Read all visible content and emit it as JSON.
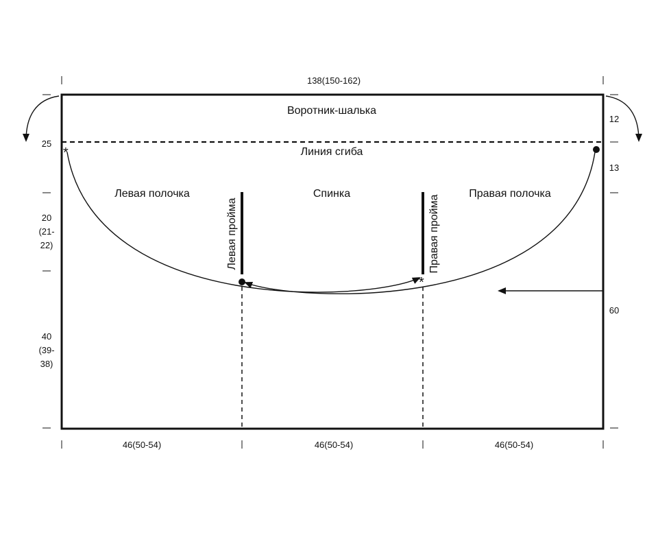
{
  "top_dimension": "138(150-162)",
  "bottom_dimensions": [
    "46(50-54)",
    "46(50-54)",
    "46(50-54)"
  ],
  "left_dimensions": {
    "collar": "25",
    "armhole": [
      "20",
      "(21-",
      "22)"
    ],
    "lower": [
      "40",
      "(39-",
      "38)"
    ]
  },
  "right_dimensions": {
    "upper": "12",
    "lower": "13",
    "total": "60"
  },
  "labels": {
    "collar": "Воротник-шалька",
    "fold_line": "Линия сгиба",
    "left_front": "Левая полочка",
    "back": "Спинка",
    "right_front": "Правая полочка",
    "left_armhole": "Левая пройма",
    "right_armhole": "Правая пройма"
  },
  "markers": {
    "star": "*",
    "dot": "dot-icon"
  },
  "colors": {
    "line": "#111111",
    "background": "#ffffff"
  }
}
